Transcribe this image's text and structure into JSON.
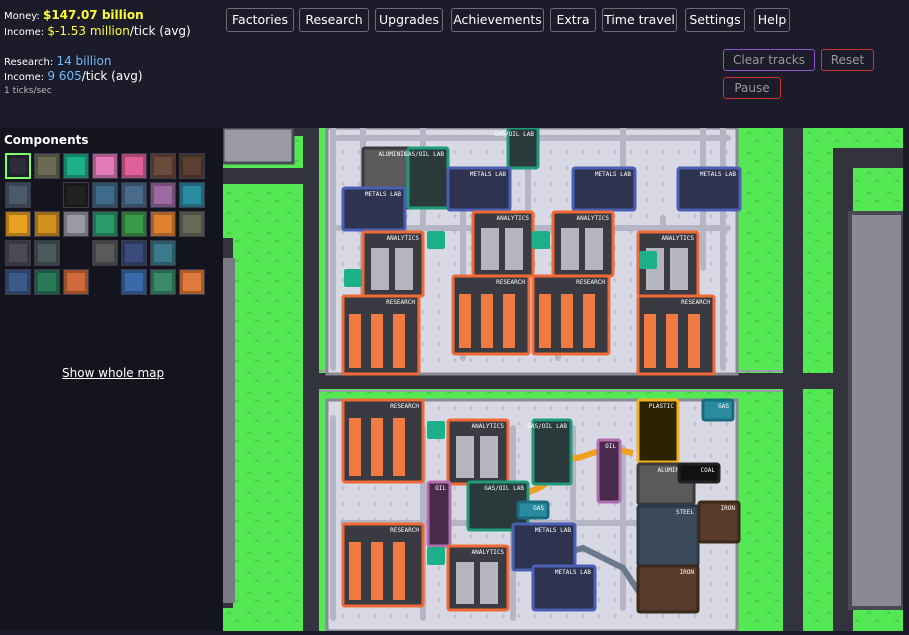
{
  "stats": {
    "money_label": "Money:",
    "money_value": "$147.07 billion",
    "income_label": "Income:",
    "income_value": "$-1.53 million",
    "income_suffix": "/tick (avg)",
    "research_label": "Research:",
    "research_value": "14 billion",
    "rincome_label": "Income:",
    "rincome_value": "9 605",
    "rincome_suffix": "/tick (avg)",
    "ticks": "1 ticks/sec"
  },
  "nav": [
    "Factories",
    "Research",
    "Upgrades",
    "Achievements",
    "Extra",
    "Time travel",
    "Settings",
    "Help"
  ],
  "actions": {
    "clear_tracks": "Clear tracks",
    "reset": "Reset",
    "pause": "Pause"
  },
  "sidebar": {
    "title": "Components",
    "show_map": "Show whole map"
  },
  "components": [
    {
      "icon": "cursor-icon",
      "color": "#2b2b3a",
      "selected": true
    },
    {
      "icon": "conveyor-icon",
      "color": "#6a6a55"
    },
    {
      "icon": "recycle-icon",
      "color": "#1bb08a"
    },
    {
      "icon": "pink-machine-icon",
      "color": "#e27ab9"
    },
    {
      "icon": "pink-sorter-icon",
      "color": "#e0609a"
    },
    {
      "icon": "iron-buyer-icon",
      "color": "#6a4a3a"
    },
    {
      "icon": "iron-foundry-icon",
      "color": "#5a4033"
    },
    {
      "icon": "gray-seller-icon",
      "color": "#4a5a6a"
    },
    {
      "icon": "empty",
      "color": "none"
    },
    {
      "icon": "coal-icon",
      "color": "#222222"
    },
    {
      "icon": "steel-icon",
      "color": "#3f6a8a"
    },
    {
      "icon": "steel-seller-icon",
      "color": "#4a6a8a"
    },
    {
      "icon": "oil-icon",
      "color": "#9a6aa0"
    },
    {
      "icon": "gas-icon",
      "color": "#2a8aa0"
    },
    {
      "icon": "plastic-icon",
      "color": "#e8a020"
    },
    {
      "icon": "plastic-seller-icon",
      "color": "#d09020"
    },
    {
      "icon": "silver-icon",
      "color": "#9a9aa5"
    },
    {
      "icon": "teal-machine-icon",
      "color": "#2a9a6a"
    },
    {
      "icon": "green-seller-icon",
      "color": "#3a9a4a"
    },
    {
      "icon": "orange-factory-icon",
      "color": "#e08030"
    },
    {
      "icon": "gray-stack-icon",
      "color": "#6a6a5a"
    },
    {
      "icon": "gear-box-icon",
      "color": "#4a4a55"
    },
    {
      "icon": "gray-machine-icon",
      "color": "#4a5a5a"
    },
    {
      "icon": "empty",
      "color": "none"
    },
    {
      "icon": "aluminium-icon",
      "color": "#5a5a5a"
    },
    {
      "icon": "blue-machine-icon",
      "color": "#3a4a7a"
    },
    {
      "icon": "teal-seller-icon",
      "color": "#3a7a8a"
    },
    {
      "icon": "empty",
      "color": "none"
    },
    {
      "icon": "gas-oil-lab-icon",
      "color": "#3a5a8a"
    },
    {
      "icon": "metals-lab-icon",
      "color": "#2a7a5a"
    },
    {
      "icon": "research-icon",
      "color": "#d06a3a"
    },
    {
      "icon": "empty",
      "color": "none"
    },
    {
      "icon": "blue-lab-icon",
      "color": "#3a6aaa"
    },
    {
      "icon": "green-lab-icon",
      "color": "#3a8a6a"
    },
    {
      "icon": "orange-lab-icon",
      "color": "#e07a3a"
    },
    {
      "icon": "empty",
      "color": "none"
    }
  ],
  "map": {
    "colors": {
      "grass": "#55e855",
      "floor": "#d9d9e6",
      "road": "#33333d",
      "research": "#f06a35",
      "analytics": "#f06a35",
      "metals": "#4a5fb5",
      "gas_oil": "#1f9a7a",
      "plastic": "#f0b020",
      "oil": "#b070b0"
    },
    "buildings": [
      {
        "label": "ALUMINIUM",
        "type": "aluminium"
      },
      {
        "label": "GAS/OIL LAB",
        "type": "gas_oil"
      },
      {
        "label": "GAS/OIL LAB",
        "type": "gas_oil"
      },
      {
        "label": "METALS LAB",
        "type": "metals"
      },
      {
        "label": "METALS LAB",
        "type": "metals"
      },
      {
        "label": "METALS LAB",
        "type": "metals"
      },
      {
        "label": "METALS LAB",
        "type": "metals"
      },
      {
        "label": "ANALYTICS",
        "type": "analytics"
      },
      {
        "label": "ANALYTICS",
        "type": "analytics"
      },
      {
        "label": "ANALYTICS",
        "type": "analytics"
      },
      {
        "label": "ANALYTICS",
        "type": "analytics"
      },
      {
        "label": "RESEARCH",
        "type": "research"
      },
      {
        "label": "RESEARCH",
        "type": "research"
      },
      {
        "label": "RESEARCH",
        "type": "research"
      },
      {
        "label": "RESEARCH",
        "type": "research"
      },
      {
        "label": "RESEARCH",
        "type": "research"
      },
      {
        "label": "RESEARCH",
        "type": "research"
      },
      {
        "label": "ANALYTICS",
        "type": "analytics"
      },
      {
        "label": "GAS/OIL LAB",
        "type": "gas_oil"
      },
      {
        "label": "OIL",
        "type": "oil"
      },
      {
        "label": "PLASTIC",
        "type": "plastic"
      },
      {
        "label": "GAS",
        "type": "gas"
      },
      {
        "label": "ALUMINIUM",
        "type": "aluminium"
      },
      {
        "label": "COAL",
        "type": "coal"
      },
      {
        "label": "OIL",
        "type": "oil"
      },
      {
        "label": "GAS/OIL LAB",
        "type": "gas_oil"
      },
      {
        "label": "GAS",
        "type": "gas"
      },
      {
        "label": "STEEL",
        "type": "steel"
      },
      {
        "label": "IRON",
        "type": "iron"
      },
      {
        "label": "RESEARCH",
        "type": "research"
      },
      {
        "label": "METALS LAB",
        "type": "metals"
      },
      {
        "label": "ANALYTICS",
        "type": "analytics"
      },
      {
        "label": "METALS LAB",
        "type": "metals"
      },
      {
        "label": "IRON",
        "type": "iron"
      }
    ]
  }
}
